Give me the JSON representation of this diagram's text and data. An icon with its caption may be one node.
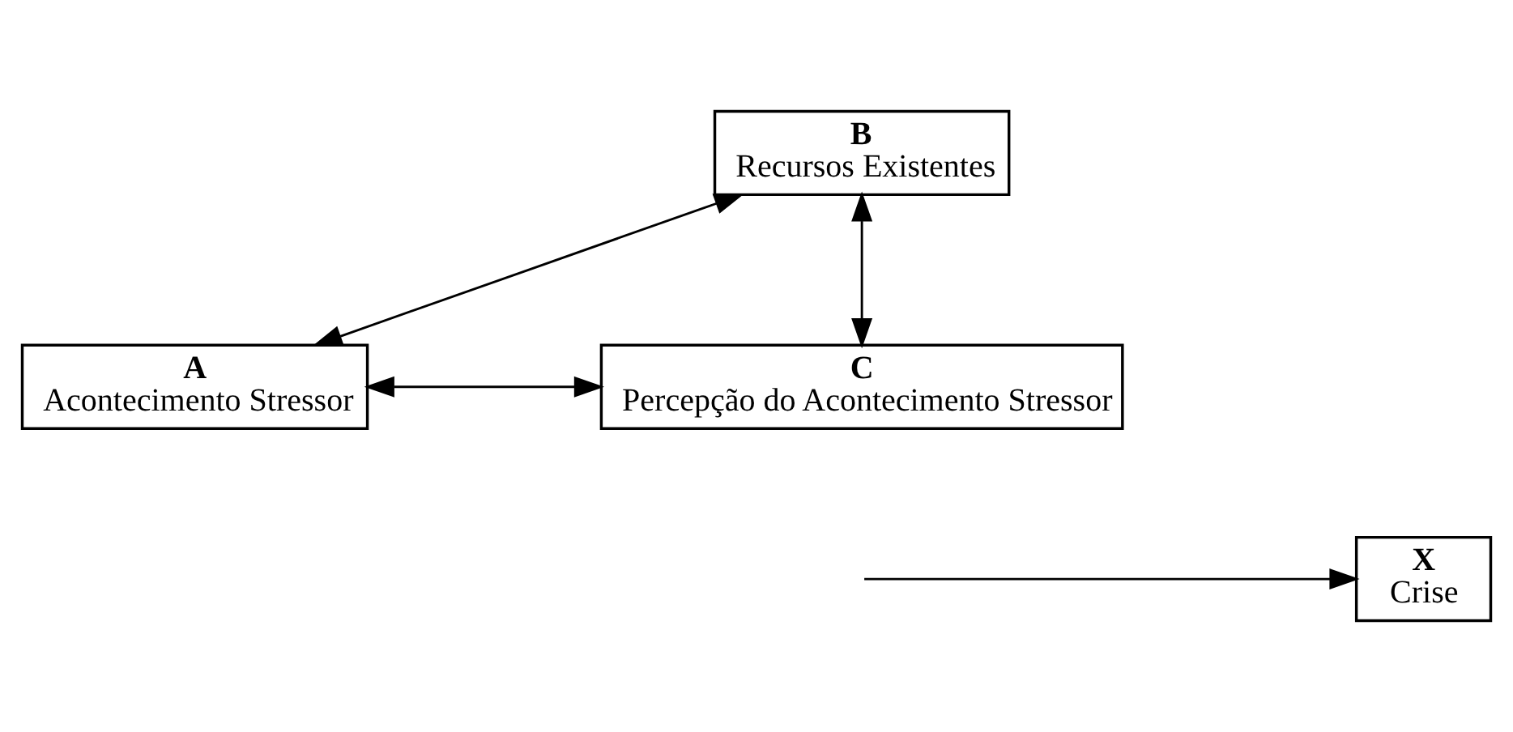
{
  "diagram": {
    "nodes": [
      {
        "text": [
          "A",
          "Acontecimento Stressor"
        ]
      },
      {
        "text": [
          "B",
          "Recursos Existentes"
        ]
      },
      {
        "text": [
          "C",
          "Percepção do Acontecimento Stressor"
        ]
      },
      {
        "text": [
          "X",
          "Crise"
        ]
      }
    ],
    "edges": [
      {
        "from": 0,
        "to": 1,
        "arrow": "both"
      },
      {
        "from": 0,
        "to": 2,
        "arrow": "both"
      },
      {
        "from": 1,
        "to": 2,
        "arrow": "both"
      },
      {
        "from": null,
        "to": 3,
        "arrow": "to"
      }
    ]
  }
}
